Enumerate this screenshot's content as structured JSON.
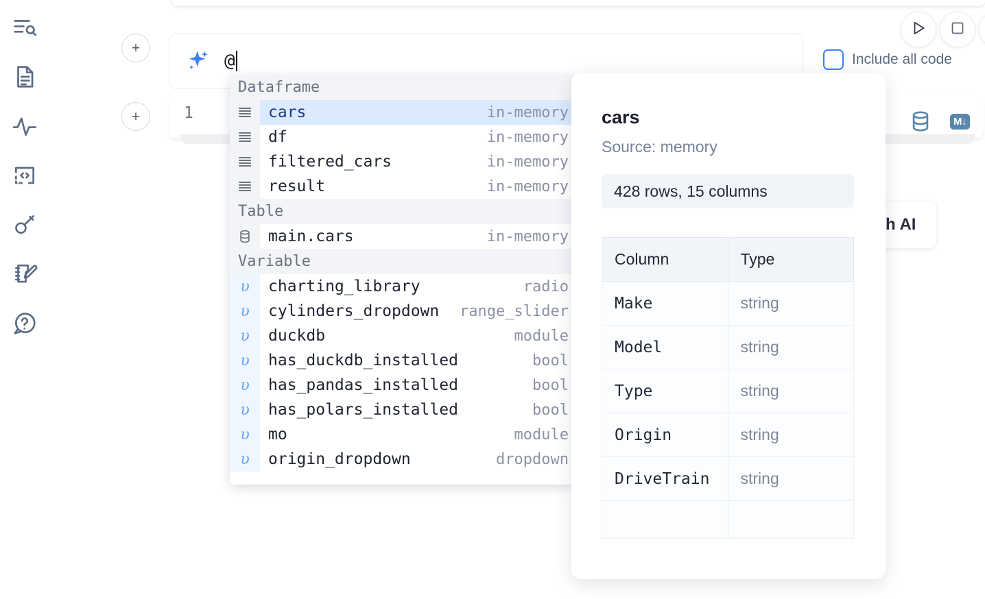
{
  "sidebar": {
    "items": [
      {
        "icon": "outline-search-icon",
        "name": "sidebar-item-outline"
      },
      {
        "icon": "file-document-icon",
        "name": "sidebar-item-files"
      },
      {
        "icon": "activity-pulse-icon",
        "name": "sidebar-item-activity"
      },
      {
        "icon": "code-brackets-icon",
        "name": "sidebar-item-snippets"
      },
      {
        "icon": "key-icon",
        "name": "sidebar-item-secrets"
      },
      {
        "icon": "notebook-pencil-icon",
        "name": "sidebar-item-scratchpad"
      },
      {
        "icon": "help-chat-icon",
        "name": "sidebar-item-help"
      }
    ]
  },
  "toolbar": {
    "run_icon": "play-icon",
    "stop_icon": "stop-icon",
    "include_all_code_label": "Include all code",
    "add_cell_label": "+"
  },
  "ai_prompt": {
    "icon": "sparkle-icon",
    "value": "@",
    "placeholder": ""
  },
  "code_cell": {
    "line_number": "1",
    "database_icon": "database-icon",
    "markdown_badge": "M↓"
  },
  "behind_card": {
    "label": "h AI"
  },
  "autocomplete": {
    "groups": [
      {
        "label": "Dataframe",
        "icon": "dataframe-rows-icon",
        "items": [
          {
            "name": "cars",
            "kind": "in-memory",
            "selected": true
          },
          {
            "name": "df",
            "kind": "in-memory",
            "selected": false
          },
          {
            "name": "filtered_cars",
            "kind": "in-memory",
            "selected": false
          },
          {
            "name": "result",
            "kind": "in-memory",
            "selected": false
          }
        ]
      },
      {
        "label": "Table",
        "icon": "database-icon",
        "items": [
          {
            "name": "main.cars",
            "kind": "in-memory",
            "selected": false
          }
        ]
      },
      {
        "label": "Variable",
        "icon": "variable-icon",
        "items": [
          {
            "name": "charting_library",
            "kind": "radio",
            "selected": false
          },
          {
            "name": "cylinders_dropdown",
            "kind": "range_slider",
            "selected": false
          },
          {
            "name": "duckdb",
            "kind": "module",
            "selected": false
          },
          {
            "name": "has_duckdb_installed",
            "kind": "bool",
            "selected": false
          },
          {
            "name": "has_pandas_installed",
            "kind": "bool",
            "selected": false
          },
          {
            "name": "has_polars_installed",
            "kind": "bool",
            "selected": false
          },
          {
            "name": "mo",
            "kind": "module",
            "selected": false
          },
          {
            "name": "origin_dropdown",
            "kind": "dropdown",
            "selected": false
          }
        ]
      }
    ]
  },
  "details": {
    "title": "cars",
    "source": "Source: memory",
    "shape": "428 rows, 15 columns",
    "columns_header": "Column",
    "type_header": "Type",
    "rows": [
      {
        "column": "Make",
        "type": "string"
      },
      {
        "column": "Model",
        "type": "string"
      },
      {
        "column": "Type",
        "type": "string"
      },
      {
        "column": "Origin",
        "type": "string"
      },
      {
        "column": "DriveTrain",
        "type": "string"
      }
    ]
  },
  "colors": {
    "accent_blue": "#3b82f6",
    "selection_blue": "#dbeafe",
    "icon_steel": "#5b87ac",
    "sidebar_icon": "#5c6b84",
    "muted_text": "#8b93a4"
  }
}
